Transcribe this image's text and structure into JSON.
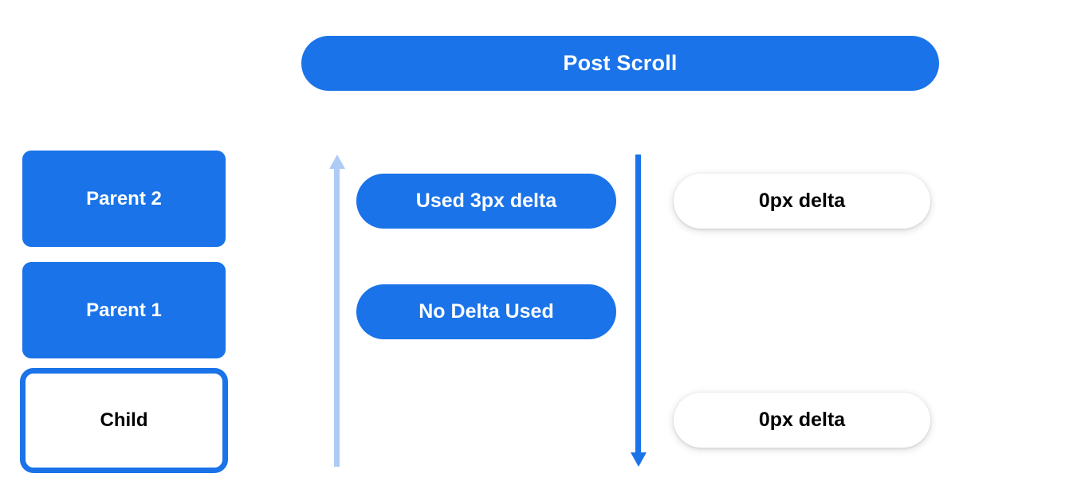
{
  "header": {
    "title": "Post Scroll"
  },
  "colors": {
    "accent_blue": "#1a73e8",
    "light_blue": "#aecbf5",
    "background": "#ffffff",
    "text_dark": "#000000",
    "text_light": "#ffffff"
  },
  "node_column": {
    "items": [
      {
        "label": "Parent 2",
        "style": "filled"
      },
      {
        "label": "Parent 1",
        "style": "filled"
      },
      {
        "label": "Child",
        "style": "outlined"
      }
    ]
  },
  "arrows": [
    {
      "name": "scroll-up-arrow",
      "direction": "up",
      "color": "#aecbf5"
    },
    {
      "name": "scroll-down-arrow",
      "direction": "down",
      "color": "#1a73e8"
    }
  ],
  "delta_column": {
    "items": [
      {
        "label": "Used 3px delta"
      },
      {
        "label": "No Delta Used"
      }
    ]
  },
  "result_column": {
    "items": [
      {
        "label": "0px delta"
      },
      {
        "label": "0px delta"
      }
    ]
  }
}
